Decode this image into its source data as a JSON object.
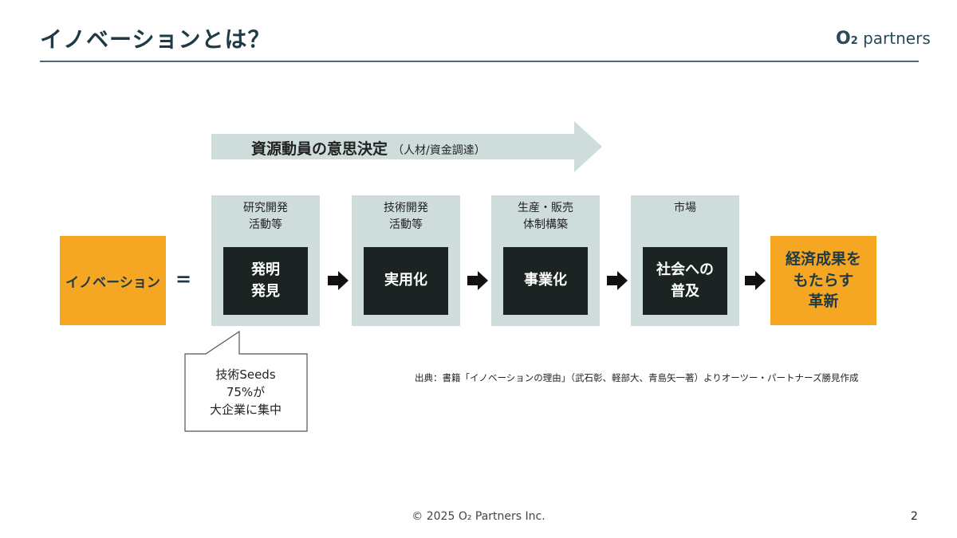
{
  "header": {
    "title": "イノベーションとは？",
    "logo_main": "O",
    "logo_sub": "2",
    "logo_rest": " partners"
  },
  "banner": {
    "main": "資源動員の意思決定",
    "sub": "（人材/資金調達）"
  },
  "innovation_label": "イノベーション",
  "equals_sign": "=",
  "stages": [
    {
      "label_line1": "研究開発",
      "label_line2": "活動等",
      "box_line1": "発明",
      "box_line2": "発見"
    },
    {
      "label_line1": "技術開発",
      "label_line2": "活動等",
      "box_line1": "実用化",
      "box_line2": ""
    },
    {
      "label_line1": "生産・販売",
      "label_line2": "体制構築",
      "box_line1": "事業化",
      "box_line2": ""
    },
    {
      "label_line1": "市場",
      "label_line2": "",
      "box_line1": "社会への",
      "box_line2": "普及"
    }
  ],
  "result": {
    "line1": "経済成果を",
    "line2": "もたらす",
    "line3": "革新"
  },
  "callout": {
    "line1": "技術Seeds",
    "line2": "75%が",
    "line3": "大企業に集中"
  },
  "source_note": "出典：書籍「イノベーションの理由」（武石彰、軽部大、青島矢一著）よりオーツー・パートナーズ勝見作成",
  "footer": {
    "copyright": "© 2025 O₂ Partners Inc.",
    "page_number": "2"
  },
  "colors": {
    "accent_orange": "#f5a623",
    "stage_bg": "#cfdcdc",
    "dark_box": "#1b2422",
    "title": "#1f3a44"
  }
}
